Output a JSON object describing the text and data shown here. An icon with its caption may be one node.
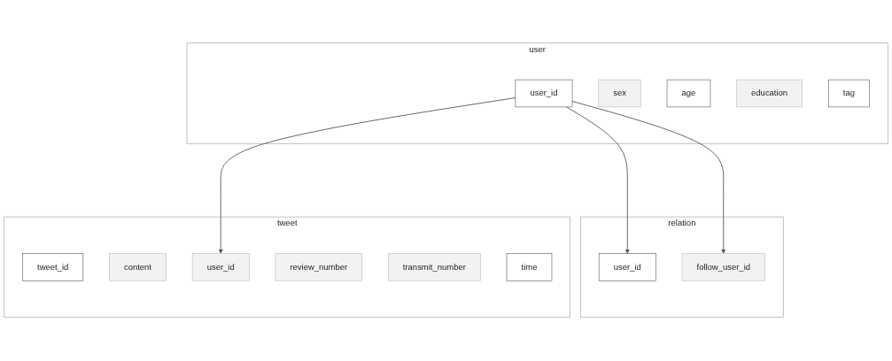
{
  "diagram": {
    "nodes": [
      {
        "text": [
          "user"
        ]
      },
      {
        "text": [
          "user_id"
        ],
        "in": 0
      },
      {
        "text": [
          "sex"
        ],
        "in": 0
      },
      {
        "text": [
          "age"
        ],
        "in": 0
      },
      {
        "text": [
          "education"
        ],
        "in": 0
      },
      {
        "text": [
          "tag"
        ],
        "in": 0
      },
      {
        "text": [
          "relation"
        ]
      },
      {
        "text": [
          "user_id"
        ],
        "in": 6
      },
      {
        "text": [
          "follow_user_id"
        ],
        "in": 6
      },
      {
        "text": [
          "tweet"
        ]
      },
      {
        "text": [
          "tweet_id"
        ],
        "in": 9
      },
      {
        "text": [
          "content"
        ],
        "in": 9
      },
      {
        "text": [
          "user_id"
        ],
        "in": 9
      },
      {
        "text": [
          "review_number"
        ],
        "in": 9
      },
      {
        "text": [
          "transmit_number"
        ],
        "in": 9
      },
      {
        "text": [
          "time"
        ],
        "in": 9
      }
    ],
    "edges": [
      {
        "from": 1,
        "to": 7,
        "arrow": "to"
      },
      {
        "from": 1,
        "to": 8,
        "arrow": "to"
      },
      {
        "from": 1,
        "to": 12,
        "arrow": "to"
      }
    ]
  }
}
